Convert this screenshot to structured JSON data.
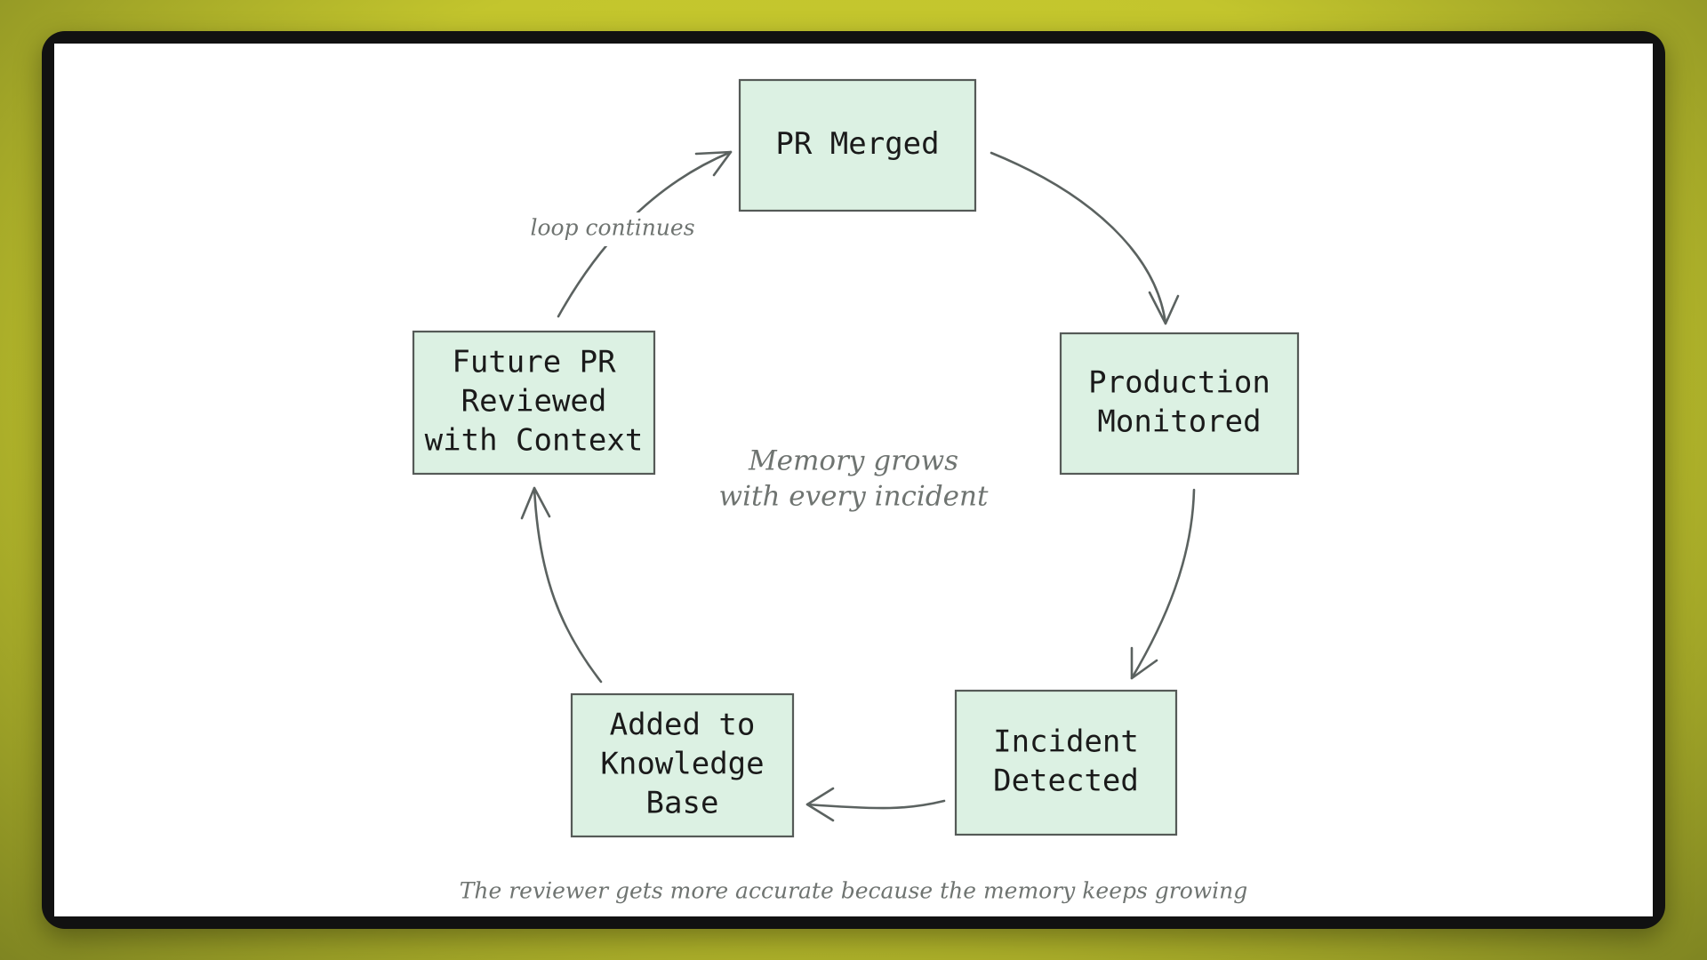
{
  "diagram": {
    "nodes": [
      {
        "id": "pr-merged",
        "lines": [
          "PR Merged"
        ]
      },
      {
        "id": "production-monitored",
        "lines": [
          "Production",
          "Monitored"
        ]
      },
      {
        "id": "incident-detected",
        "lines": [
          "Incident",
          "Detected"
        ]
      },
      {
        "id": "added-to-knowledge-base",
        "lines": [
          "Added to",
          "Knowledge",
          "Base"
        ]
      },
      {
        "id": "future-pr-reviewed",
        "lines": [
          "Future PR",
          "Reviewed",
          "with Context"
        ]
      }
    ],
    "edges": [
      {
        "from": "pr-merged",
        "to": "production-monitored"
      },
      {
        "from": "production-monitored",
        "to": "incident-detected"
      },
      {
        "from": "incident-detected",
        "to": "added-to-knowledge-base"
      },
      {
        "from": "added-to-knowledge-base",
        "to": "future-pr-reviewed"
      },
      {
        "from": "future-pr-reviewed",
        "to": "pr-merged",
        "label": "loop continues"
      }
    ],
    "center_note": [
      "Memory grows",
      "with every incident"
    ],
    "caption": "The reviewer gets more accurate because the memory keeps growing"
  },
  "colors": {
    "background": "#c8c92f",
    "frame": "#111111",
    "canvas": "#ffffff",
    "node_fill": "#dcf1e3",
    "node_stroke": "#555a57",
    "edge": "#5b6260",
    "note_text": "#6f7471"
  }
}
